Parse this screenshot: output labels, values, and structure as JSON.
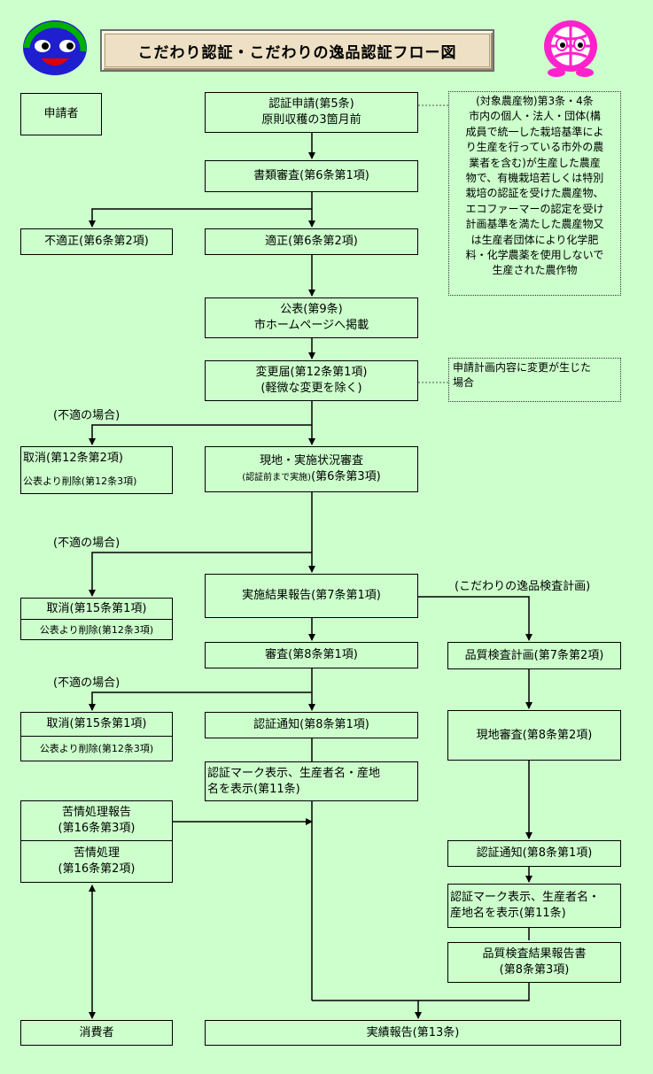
{
  "title": "こだわり認証・こだわりの逸品認証フロー図",
  "boxes": {
    "applicant": "申請者",
    "apply_1": "認証申請(第5条)",
    "apply_2": "原則収穫の3箇月前",
    "doc_review": "書類審査(第6条第1項)",
    "unfit": "不適正(第6条第2項)",
    "fit": "適正(第6条第2項)",
    "publish_1": "公表(第9条)",
    "publish_2": "市ホームページへ掲載",
    "change_1": "変更届(第12条第1項)",
    "change_2": "(軽微な変更を除く)",
    "cancel1_1": "取消(第12条第2項)",
    "cancel1_2": "公表より削除(第12条3項)",
    "field_1": "現地・実施状況審査",
    "field_2a": "(認証前まで実施)",
    "field_2b": "(第6条第3項)",
    "result_report": "実施結果報告(第7条第1項)",
    "cancel2_1": "取消(第15条第1項)",
    "cancel2_2": "公表より削除(第12条3項)",
    "review": "審査(第8条第1項)",
    "quality_plan": "品質検査計画(第7条第2項)",
    "cancel3_1": "取消(第15条第1項)",
    "cancel3_2": "公表より削除(第12条3項)",
    "cert_notice": "認証通知(第8条第1項)",
    "mark_display_1": "認証マーク表示、生産者名・産地",
    "mark_display_2": "名を表示(第11条)",
    "onsite_review": "現地審査(第8条第2項)",
    "complaint_report_1": "苦情処理報告",
    "complaint_report_2": "(第16条第3項)",
    "complaint_1": "苦情処理",
    "complaint_2": "(第16条第2項)",
    "cert_notice2": "認証通知(第8条第1項)",
    "mark_display2_1": "認証マーク表示、生産者名・",
    "mark_display2_2": "産地名を表示(第11条)",
    "quality_report_1": "品質検査結果報告書",
    "quality_report_2": "(第8条第3項)",
    "consumer": "消費者",
    "results": "実績報告(第13条)"
  },
  "labels": {
    "not_fit_1": "(不適の場合)",
    "not_fit_2": "(不適の場合)",
    "not_fit_3": "(不適の場合)",
    "quality_plan_note": "(こだわりの逸品検査計画)"
  },
  "notes": {
    "target_lines": [
      "(対象農産物)第3条・4条",
      "市内の個人・法人・団体(構",
      "成員で統一した栽培基準によ",
      "り生産を行っている市外の農",
      "業者を含む)が生産した農産",
      "物で、有機栽培若しくは特別",
      "栽培の認証を受けた農産物、",
      "エコファーマーの認定を受け",
      "計画基準を満たした農産物又",
      "は生産者団体により化学肥",
      "料・化学農薬を使用しないで",
      "生産された農作物"
    ],
    "change_lines": [
      "申請計画内容に変更が生じた",
      "場合"
    ]
  },
  "colors": {
    "background": "#ccffcc",
    "title_bg": "#ede0c4",
    "logo_left": "#1f1fd0",
    "logo_left_ring": "#00b000",
    "logo_right": "#ff22cc"
  }
}
